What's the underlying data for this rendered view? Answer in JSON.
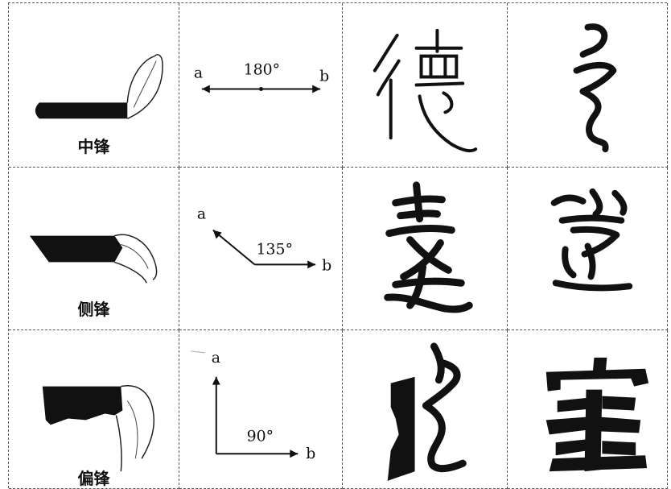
{
  "rows": [
    {
      "technique": "中锋",
      "angle": "180°",
      "start_label": "a",
      "end_label": "b",
      "glyph_left": "德",
      "glyph_right": ""
    },
    {
      "technique": "侧锋",
      "angle": "135°",
      "start_label": "a",
      "end_label": "b",
      "glyph_left": "",
      "glyph_right": ""
    },
    {
      "technique": "偏锋",
      "angle": "90°",
      "start_label": "a",
      "end_label": "b",
      "glyph_left": "",
      "glyph_right": ""
    }
  ]
}
